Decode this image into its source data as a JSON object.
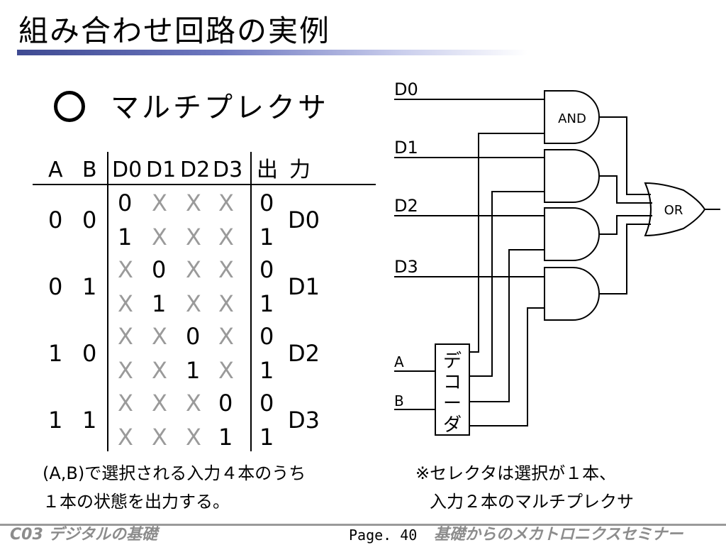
{
  "title": "組み合わせ回路の実例",
  "section": "マルチプレクサ",
  "table": {
    "headers": [
      "A",
      "B",
      "D0",
      "D1",
      "D2",
      "D3",
      "出",
      "力"
    ],
    "rows": [
      {
        "a": "0",
        "b": "0",
        "d": [
          "0",
          "X",
          "X",
          "X"
        ],
        "out": "0",
        "sel": "D0"
      },
      {
        "a": "",
        "b": "",
        "d": [
          "1",
          "X",
          "X",
          "X"
        ],
        "out": "1",
        "sel": ""
      },
      {
        "a": "0",
        "b": "1",
        "d": [
          "X",
          "0",
          "X",
          "X"
        ],
        "out": "0",
        "sel": "D1"
      },
      {
        "a": "",
        "b": "",
        "d": [
          "X",
          "1",
          "X",
          "X"
        ],
        "out": "1",
        "sel": ""
      },
      {
        "a": "1",
        "b": "0",
        "d": [
          "X",
          "X",
          "0",
          "X"
        ],
        "out": "0",
        "sel": "D2"
      },
      {
        "a": "",
        "b": "",
        "d": [
          "X",
          "X",
          "1",
          "X"
        ],
        "out": "1",
        "sel": ""
      },
      {
        "a": "1",
        "b": "1",
        "d": [
          "X",
          "X",
          "X",
          "0"
        ],
        "out": "0",
        "sel": "D3"
      },
      {
        "a": "",
        "b": "",
        "d": [
          "X",
          "X",
          "X",
          "1"
        ],
        "out": "1",
        "sel": ""
      }
    ]
  },
  "caption_left": [
    "(A,B)で選択される入力４本のうち",
    "１本の状態を出力する。"
  ],
  "caption_right": [
    "※セレクタは選択が１本、",
    "入力２本のマルチプレクサ"
  ],
  "circuit": {
    "inputs": [
      "D0",
      "D1",
      "D2",
      "D3"
    ],
    "selects": [
      "A",
      "B"
    ],
    "and_label": "AND",
    "or_label": "OR",
    "decoder_label": [
      "デ",
      "コ",
      "ー",
      "ダ"
    ]
  },
  "footer": {
    "left": "C03 デジタルの基礎",
    "page": "Page. 40",
    "right": "基礎からのメカトロニクスセミナー"
  }
}
